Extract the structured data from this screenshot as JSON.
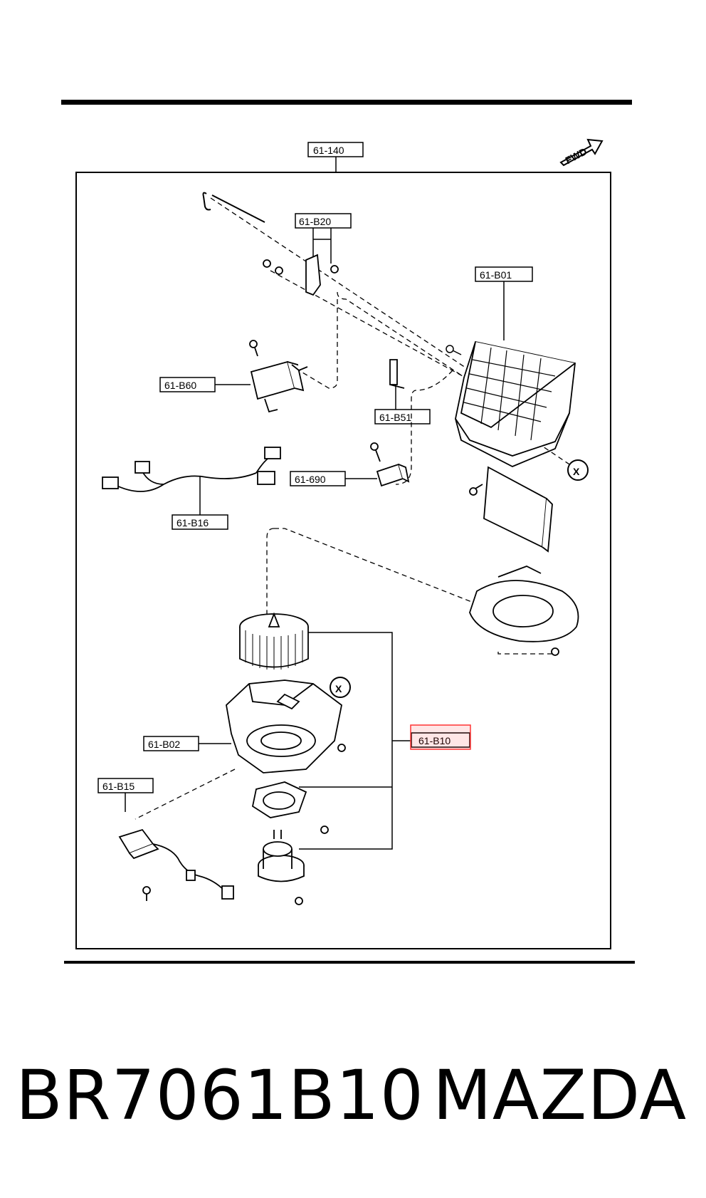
{
  "diagram": {
    "fwd_label": "FWD",
    "callout_x": "X",
    "labels": {
      "b140": "61-140",
      "b20": "61-B20",
      "b01": "61-B01",
      "b60": "61-B60",
      "b51": "61-B51",
      "b690": "61-690",
      "b16": "61-B16",
      "b10": "61-B10",
      "b02": "61-B02",
      "b15": "61-B15"
    },
    "highlight_color": "#ff3333"
  },
  "caption": {
    "part_number": "BR7061B10",
    "brand": "MAZDA"
  }
}
